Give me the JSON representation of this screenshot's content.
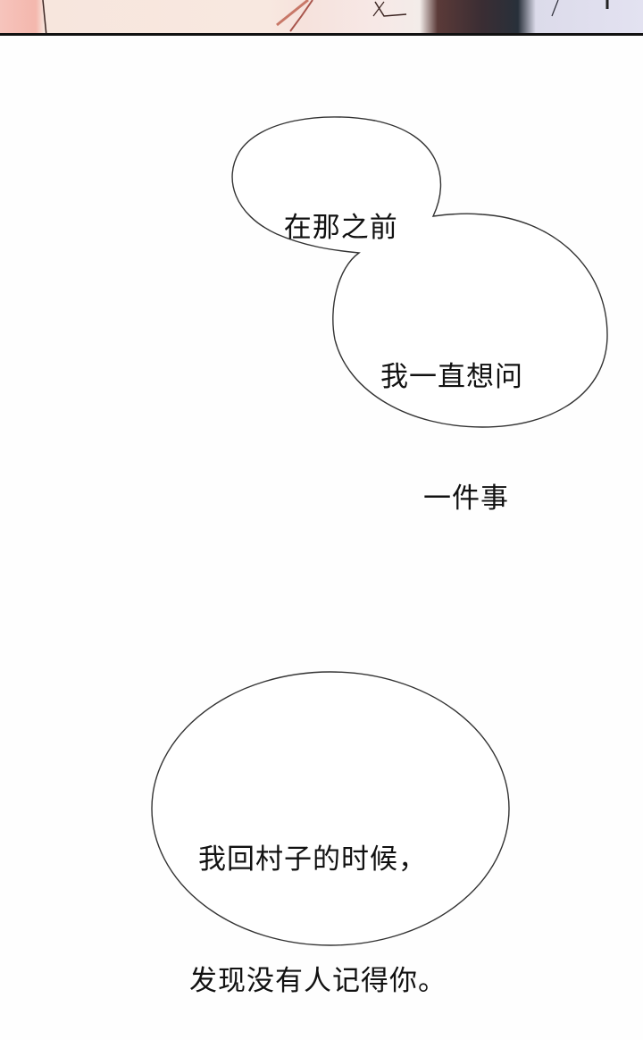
{
  "panel_top": {
    "description": "comic art strip (cropped character illustration)",
    "border_color": "#111111"
  },
  "bubbles": [
    {
      "id": "bubble-1",
      "lines": [
        "在那之前"
      ]
    },
    {
      "id": "bubble-2",
      "lines": [
        "我一直想问",
        "一件事"
      ]
    },
    {
      "id": "bubble-3",
      "lines": [
        "我回村子的时候，",
        "发现没有人记得你。"
      ]
    }
  ],
  "colors": {
    "background": "#fefefe",
    "bubble_fill": "#ffffff",
    "bubble_stroke": "#333333",
    "text": "#111111"
  }
}
